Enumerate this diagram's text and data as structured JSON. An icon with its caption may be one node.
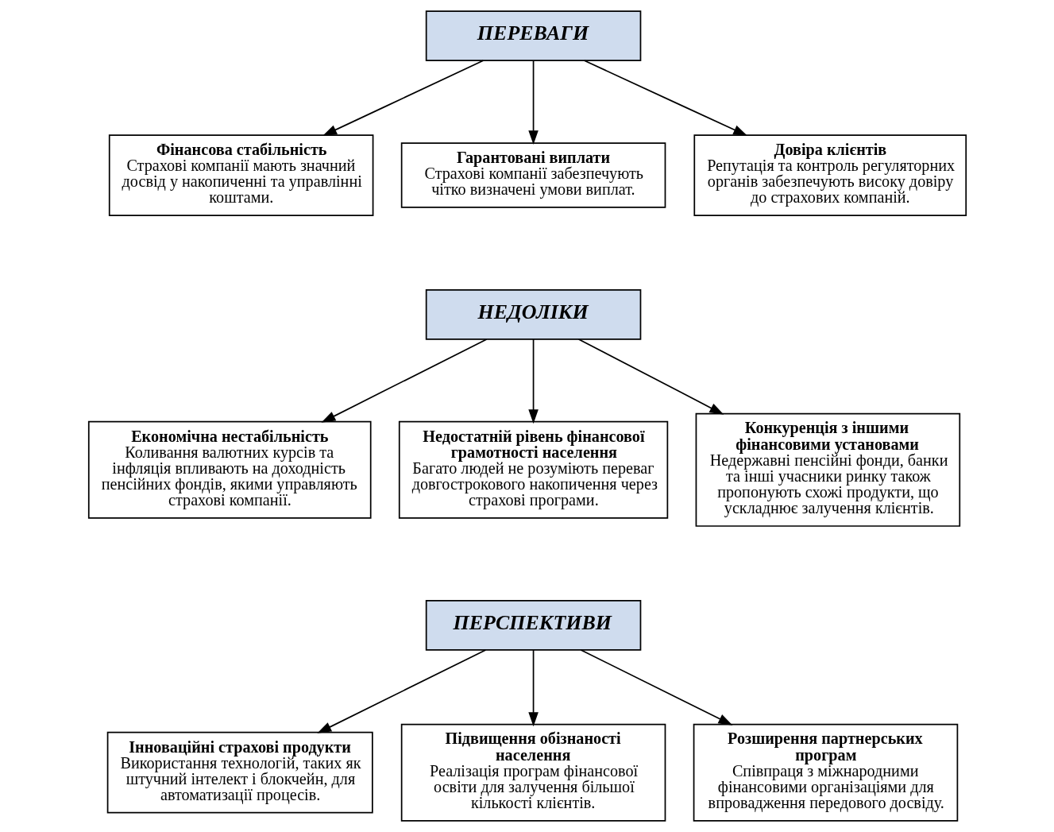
{
  "diagram": {
    "nodes": [
      {
        "text": [
          "ПЕРЕВАГИ"
        ]
      },
      {
        "text": [
          "Фінансова стабільність",
          "Страхові компанії мають значний досвід у накопиченні та управлінні коштами."
        ]
      },
      {
        "text": [
          "Гарантовані виплати",
          "Страхові компанії забезпечують чітко визначені умови виплат."
        ]
      },
      {
        "text": [
          "Довіра клієнтів",
          "Репутація та контроль регуляторних органів забезпечують високу довіру до страхових компаній."
        ]
      },
      {
        "text": [
          "НЕДОЛІКИ"
        ]
      },
      {
        "text": [
          "Економічна нестабільність",
          "Коливання валютних курсів та інфляція впливають на доходність пенсійних фондів, якими управляють страхові компанії."
        ]
      },
      {
        "text": [
          "Недостатній рівень фінансової грамотності населення",
          "Багато людей не розуміють переваг довгострокового накопичення через страхові програми."
        ]
      },
      {
        "text": [
          "Конкуренція з іншими фінансовими установами",
          "Недержавні пенсійні фонди, банки та інші учасники ринку також пропонують схожі продукти, що ускладнює залучення клієнтів."
        ]
      },
      {
        "text": [
          "ПЕРСПЕКТИВИ"
        ]
      },
      {
        "text": [
          "Інноваційні страхові продукти",
          "Використання технологій, таких як штучний інтелект і блокчейн, для автоматизації процесів."
        ]
      },
      {
        "text": [
          "Підвищення обізнаності населення",
          "Реалізація програм фінансової освіти для залучення більшої кількості клієнтів."
        ]
      },
      {
        "text": [
          "Розширення партнерських програм",
          "Співпраця з міжнародними фінансовими організаціями для впровадження передового досвіду."
        ]
      }
    ],
    "edges": [
      {
        "from": 0,
        "to": 1,
        "arrow": "to"
      },
      {
        "from": 0,
        "to": 2,
        "arrow": "to"
      },
      {
        "from": 0,
        "to": 3,
        "arrow": "to"
      },
      {
        "from": 4,
        "to": 5,
        "arrow": "to"
      },
      {
        "from": 4,
        "to": 6,
        "arrow": "to"
      },
      {
        "from": 4,
        "to": 7,
        "arrow": "to"
      },
      {
        "from": 8,
        "to": 9,
        "arrow": "to"
      },
      {
        "from": 8,
        "to": 10,
        "arrow": "to"
      },
      {
        "from": 8,
        "to": 11,
        "arrow": "to"
      }
    ]
  }
}
